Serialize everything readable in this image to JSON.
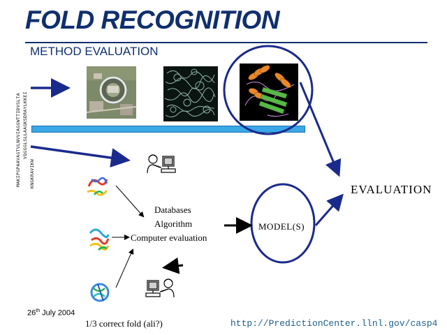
{
  "header": {
    "title": "FOLD RECOGNITION",
    "subtitle": "METHOD EVALUATION"
  },
  "sequence_lines": [
    "MAKIPGPAAVAGTVLNVVIAGGWTTIDVSLTA",
    "VQGGGLSLLAAGKSDRAYLKKEI",
    "KNGKRAVIKW"
  ],
  "center_labels": {
    "databases": "Databases",
    "algorithm": "Algorithm",
    "computer_evaluation": "Computer evaluation"
  },
  "model_label": "MODEL(S)",
  "evaluation_label": "EVALUATION",
  "footer": {
    "date_day": "26",
    "date_suffix": "th",
    "date_rest": " July 2004",
    "fold_note": "1/3 correct fold (ali?)",
    "url": "http://PredictionCenter.llnl.gov/casp4"
  },
  "colors": {
    "title": "#0f2f6e",
    "arrow": "#1a2a8c",
    "bar": "#3aa8e8",
    "url": "#1d5f8f"
  },
  "icons": {
    "synchrotron_photo": "synchrotron-aerial-icon",
    "density_map": "electron-density-map-icon",
    "protein_structure": "protein-ribbon-icon",
    "computer_user_top": "computer-user-icon",
    "computer_user_bottom": "computer-user-icon"
  }
}
